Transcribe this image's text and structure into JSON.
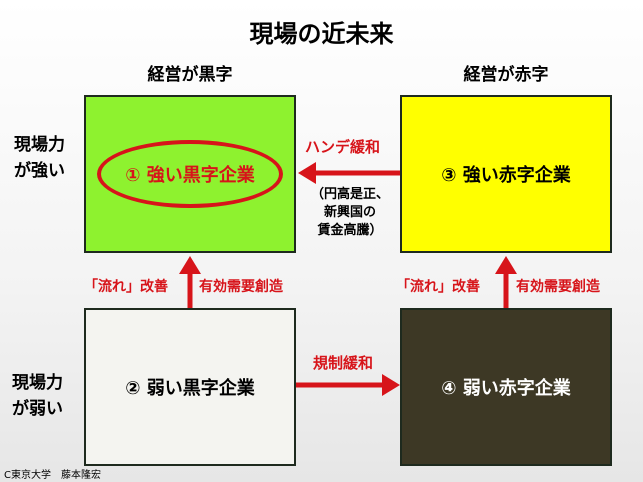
{
  "title": "現場の近未来",
  "columns": {
    "left": "経営が黒字",
    "right": "経営が赤字"
  },
  "rows": {
    "top": [
      "現場力",
      "が強い"
    ],
    "bottom": [
      "現場力",
      "が弱い"
    ]
  },
  "quadrants": {
    "q1": "① 強い黒字企業",
    "q2": "② 弱い黒字企業",
    "q3": "③ 強い赤字企業",
    "q4": "④ 弱い赤字企業"
  },
  "arrows": {
    "handicap": "ハンデ緩和",
    "handicap_note": [
      "（円高是正、",
      "新興国の",
      "賃金高騰）"
    ],
    "left_kaizen": "「流れ」改善",
    "left_demand": "有効需要創造",
    "right_kaizen": "「流れ」改善",
    "right_demand": "有効需要創造",
    "deregulation": "規制緩和"
  },
  "credit": "C東京大学　藤本隆宏",
  "colors": {
    "q1": "#8ef22f",
    "q2": "#f4f4f0",
    "q3": "#ffff00",
    "q4": "#3d3825",
    "accent": "#d7141a"
  }
}
